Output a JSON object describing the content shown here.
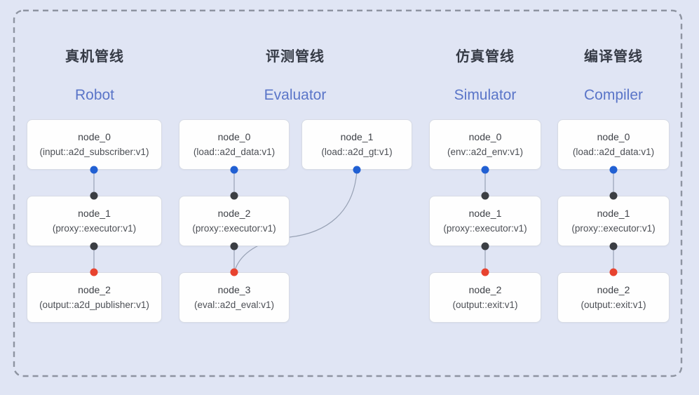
{
  "colors": {
    "background": "#e0e5f4",
    "frame_border": "#8e94a1",
    "edge": "#97a1b4",
    "blue_dot": "#2160d3",
    "black_dot": "#3b3e43",
    "red_dot": "#e8432f",
    "title_zh": "#363b46",
    "title_en": "#5a75c8"
  },
  "pipelines": [
    {
      "id": "robot",
      "title_zh": "真机管线",
      "title_en": "Robot",
      "nodes": [
        {
          "name": "node_0",
          "type": "(input::a2d_subscriber:v1)"
        },
        {
          "name": "node_1",
          "type": "(proxy::executor:v1)"
        },
        {
          "name": "node_2",
          "type": "(output::a2d_publisher:v1)"
        }
      ],
      "edges": [
        "node_0 -> node_1",
        "node_1 -> node_2"
      ]
    },
    {
      "id": "evaluator",
      "title_zh": "评测管线",
      "title_en": "Evaluator",
      "nodes": [
        {
          "name": "node_0",
          "type": "(load::a2d_data:v1)"
        },
        {
          "name": "node_1",
          "type": "(load::a2d_gt:v1)"
        },
        {
          "name": "node_2",
          "type": "(proxy::executor:v1)"
        },
        {
          "name": "node_3",
          "type": "(eval::a2d_eval:v1)"
        }
      ],
      "edges": [
        "node_0 -> node_2",
        "node_2 -> node_3",
        "node_1 -> node_3"
      ]
    },
    {
      "id": "simulator",
      "title_zh": "仿真管线",
      "title_en": "Simulator",
      "nodes": [
        {
          "name": "node_0",
          "type": "(env::a2d_env:v1)"
        },
        {
          "name": "node_1",
          "type": "(proxy::executor:v1)"
        },
        {
          "name": "node_2",
          "type": "(output::exit:v1)"
        }
      ],
      "edges": [
        "node_0 -> node_1",
        "node_1 -> node_2"
      ]
    },
    {
      "id": "compiler",
      "title_zh": "编译管线",
      "title_en": "Compiler",
      "nodes": [
        {
          "name": "node_0",
          "type": "(load::a2d_data:v1)"
        },
        {
          "name": "node_1",
          "type": "(proxy::executor:v1)"
        },
        {
          "name": "node_2",
          "type": "(output::exit:v1)"
        }
      ],
      "edges": [
        "node_0 -> node_1",
        "node_1 -> node_2"
      ]
    }
  ]
}
